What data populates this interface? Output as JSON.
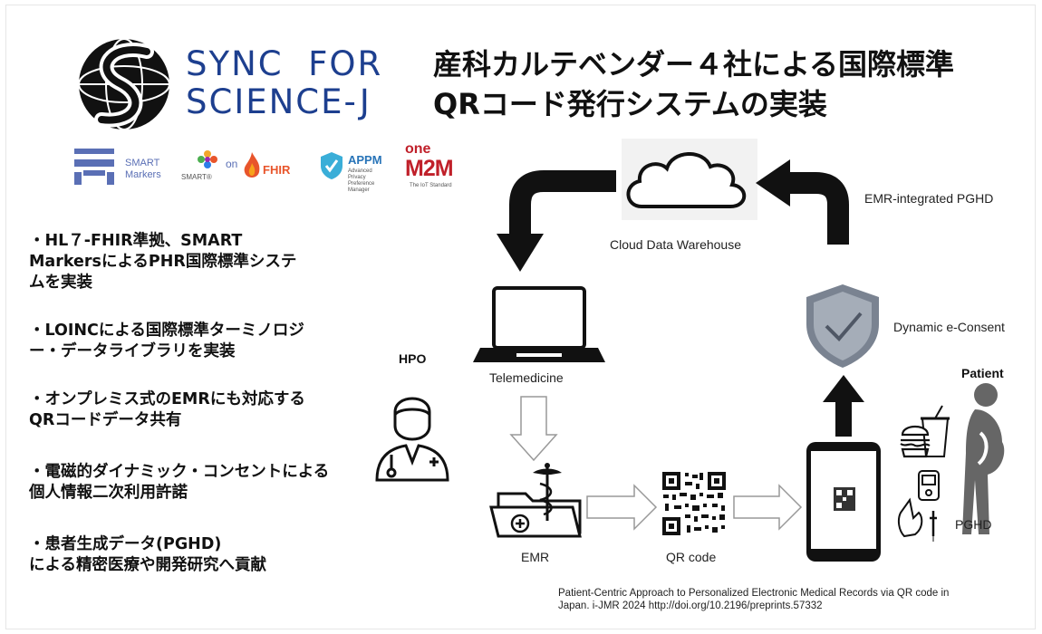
{
  "brand": {
    "line1": "SYNC  FOR",
    "line2": "SCIENCE-J"
  },
  "title": {
    "line1": "産科カルテベンダー４社による国際標準",
    "line2": "QRコード発行システムの実装"
  },
  "logos": {
    "smart_markers_line1": "SMART",
    "smart_markers_line2": "Markers",
    "smart_caption": "SMART®",
    "on": "on",
    "fhir": "FHIR",
    "appm": "APPM",
    "appm_sub": "Advanced Privacy Preference Manager",
    "onem2m_top": "one",
    "onem2m_main": "M2M",
    "onem2m_sub": "The IoT Standard"
  },
  "bullets": [
    {
      "line1": "・HL７-FHIR準拠、SMART",
      "line2": "MarkersによるPHR国際標準システ",
      "line3": "ムを実装"
    },
    {
      "line1": "・LOINCによる国際標準ターミノロジ",
      "line2": "ー・データライブラリを実装"
    },
    {
      "line1": "・オンプレミス式のEMRにも対応する",
      "line2": "QRコードデータ共有"
    },
    {
      "line1": "・電磁的ダイナミック・コンセントによる",
      "line2": "個人情報二次利用許諾"
    },
    {
      "line1": "・患者生成データ(PGHD)",
      "line2": "による精密医療や開発研究へ貢献"
    }
  ],
  "diagram": {
    "cloud": "Cloud Data Warehouse",
    "emr_pghd": "EMR-integrated PGHD",
    "consent": "Dynamic e-Consent",
    "telemedicine": "Telemedicine",
    "hpo": "HPO",
    "patient": "Patient",
    "emr": "EMR",
    "qr": "QR code",
    "pghd": "PGHD"
  },
  "citation": {
    "line1": "Patient-Centric Approach to Personalized Electronic Medical Records via QR code in",
    "line2": "Japan. i-JMR 2024  http://doi.org/10.2196/preprints.57332"
  },
  "colors": {
    "brand_blue": "#1d3f8f",
    "logo_blue": "#5a6fb5",
    "fhir_orange": "#e8552b",
    "m2m_red": "#c0202a",
    "shield_gray": "#7a8391"
  }
}
